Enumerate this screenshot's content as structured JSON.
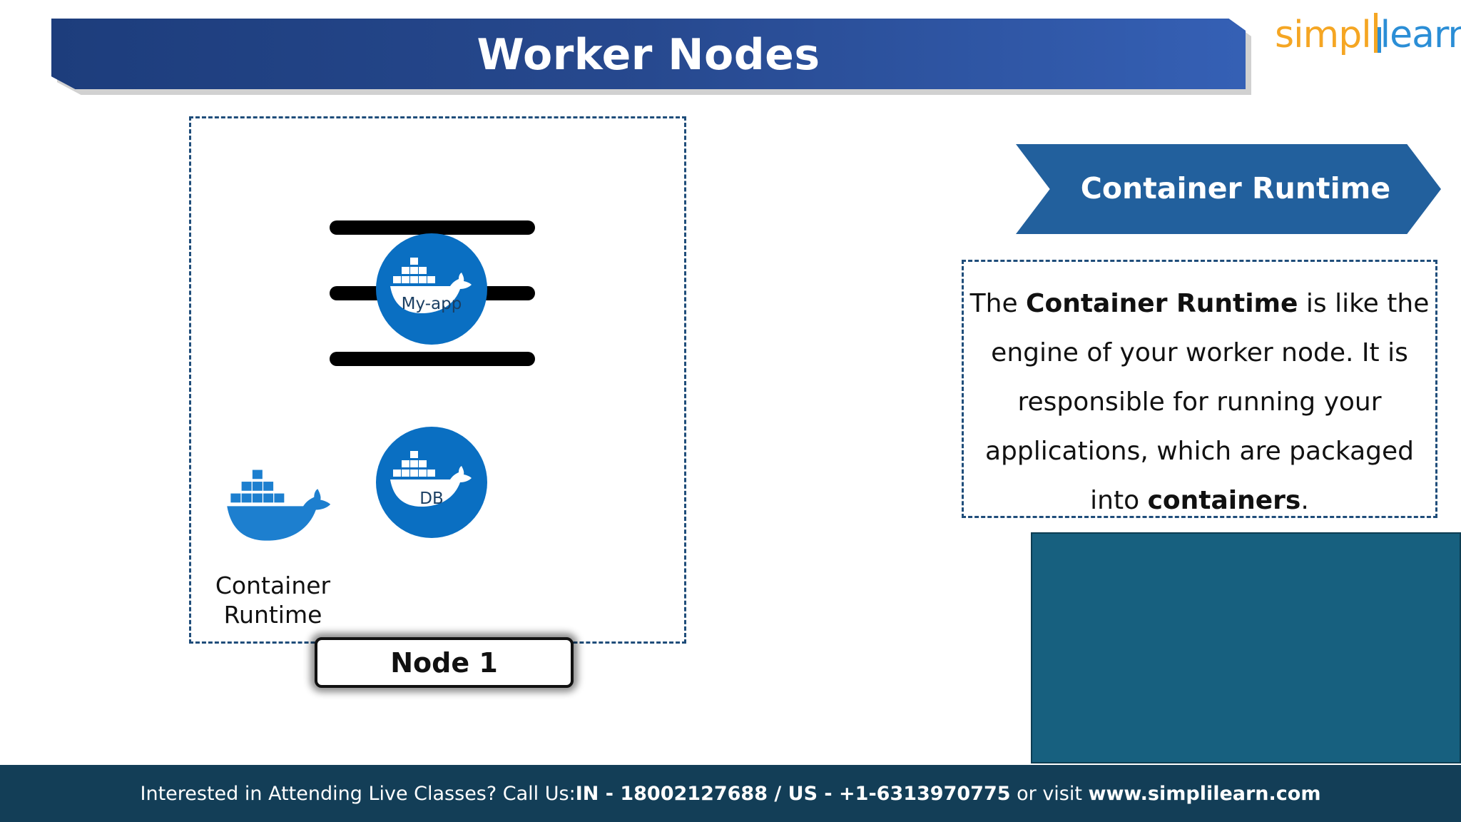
{
  "header": {
    "title": "Worker Nodes",
    "logo_part1": "simpl",
    "logo_part2": "learn"
  },
  "diagram": {
    "app_container_label": "My-app",
    "db_container_label": "DB",
    "runtime_label_line1": "Container",
    "runtime_label_line2": "Runtime",
    "node_label": "Node 1"
  },
  "side_panel": {
    "section_title": "Container Runtime",
    "desc_1": "The ",
    "desc_bold_1": "Container Runtime",
    "desc_2": " is like the engine of your worker node. It is responsible for running your applications, which are packaged into ",
    "desc_bold_2": "containers",
    "desc_3": "."
  },
  "footer": {
    "text_1": "Interested in Attending Live Classes? Call Us: ",
    "in_number": "IN - 18002127688 / US - +1-6313970775",
    "text_2": " or visit ",
    "website": "www.simplilearn.com"
  },
  "colors": {
    "banner": "#27498f",
    "section_arrow": "#22609d",
    "docker_blue": "#0a6fc2",
    "footer": "#133e57",
    "video_panel": "#17607f"
  }
}
